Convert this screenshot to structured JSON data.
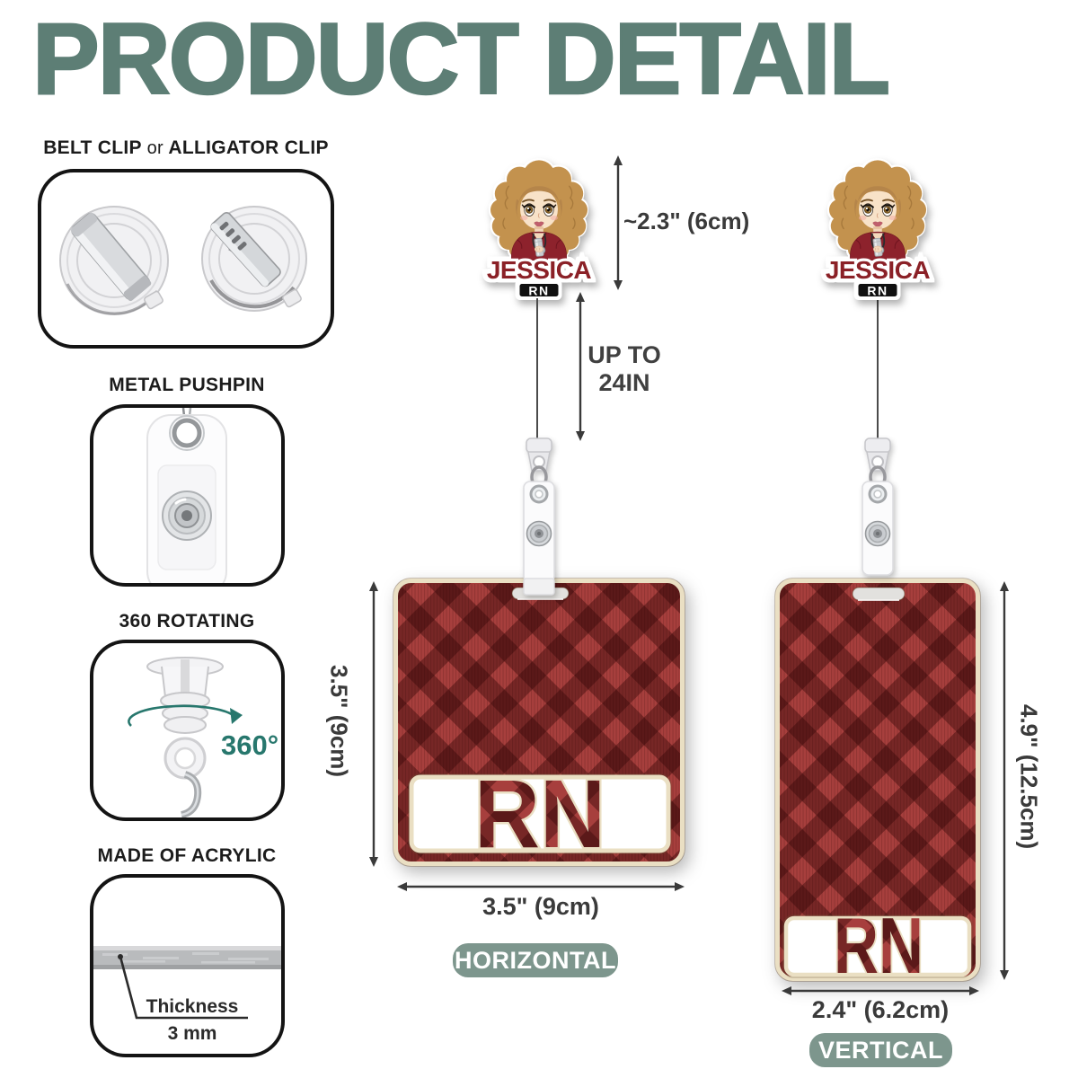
{
  "title": "PRODUCT DETAIL",
  "features": {
    "clip": {
      "part1": "BELT CLIP",
      "conj": "or",
      "part2": "ALLIGATOR CLIP"
    },
    "pushpin": {
      "heading": "METAL PUSHPIN"
    },
    "rotating": {
      "heading": "360 ROTATING",
      "degrees": "360°"
    },
    "acrylic": {
      "heading": "MADE OF ACRYLIC",
      "thickness_label": "Thickness",
      "thickness_value": "3 mm"
    }
  },
  "character": {
    "name": "JESSICA",
    "credential": "RN"
  },
  "reel": {
    "charm_height": "~2.3\" (6cm)",
    "cord_line1": "UP TO",
    "cord_line2": "24IN"
  },
  "horizontal_badge": {
    "letters": "RN",
    "height": "3.5\" (9cm)",
    "width": "3.5\" (9cm)",
    "label": "HORIZONTAL"
  },
  "vertical_badge": {
    "letters": "RN",
    "height": "4.9\" (12.5cm)",
    "width": "2.4\" (6.2cm)",
    "label": "VERTICAL"
  },
  "colors": {
    "accent_green": "#5d7e75",
    "pill_green": "#7d968d",
    "plaid_light": "#a73f3d",
    "plaid_dark": "#5d191b",
    "cream_border": "#eadfc3",
    "teal_accent": "#27776d",
    "name_red": "#8b2127"
  }
}
